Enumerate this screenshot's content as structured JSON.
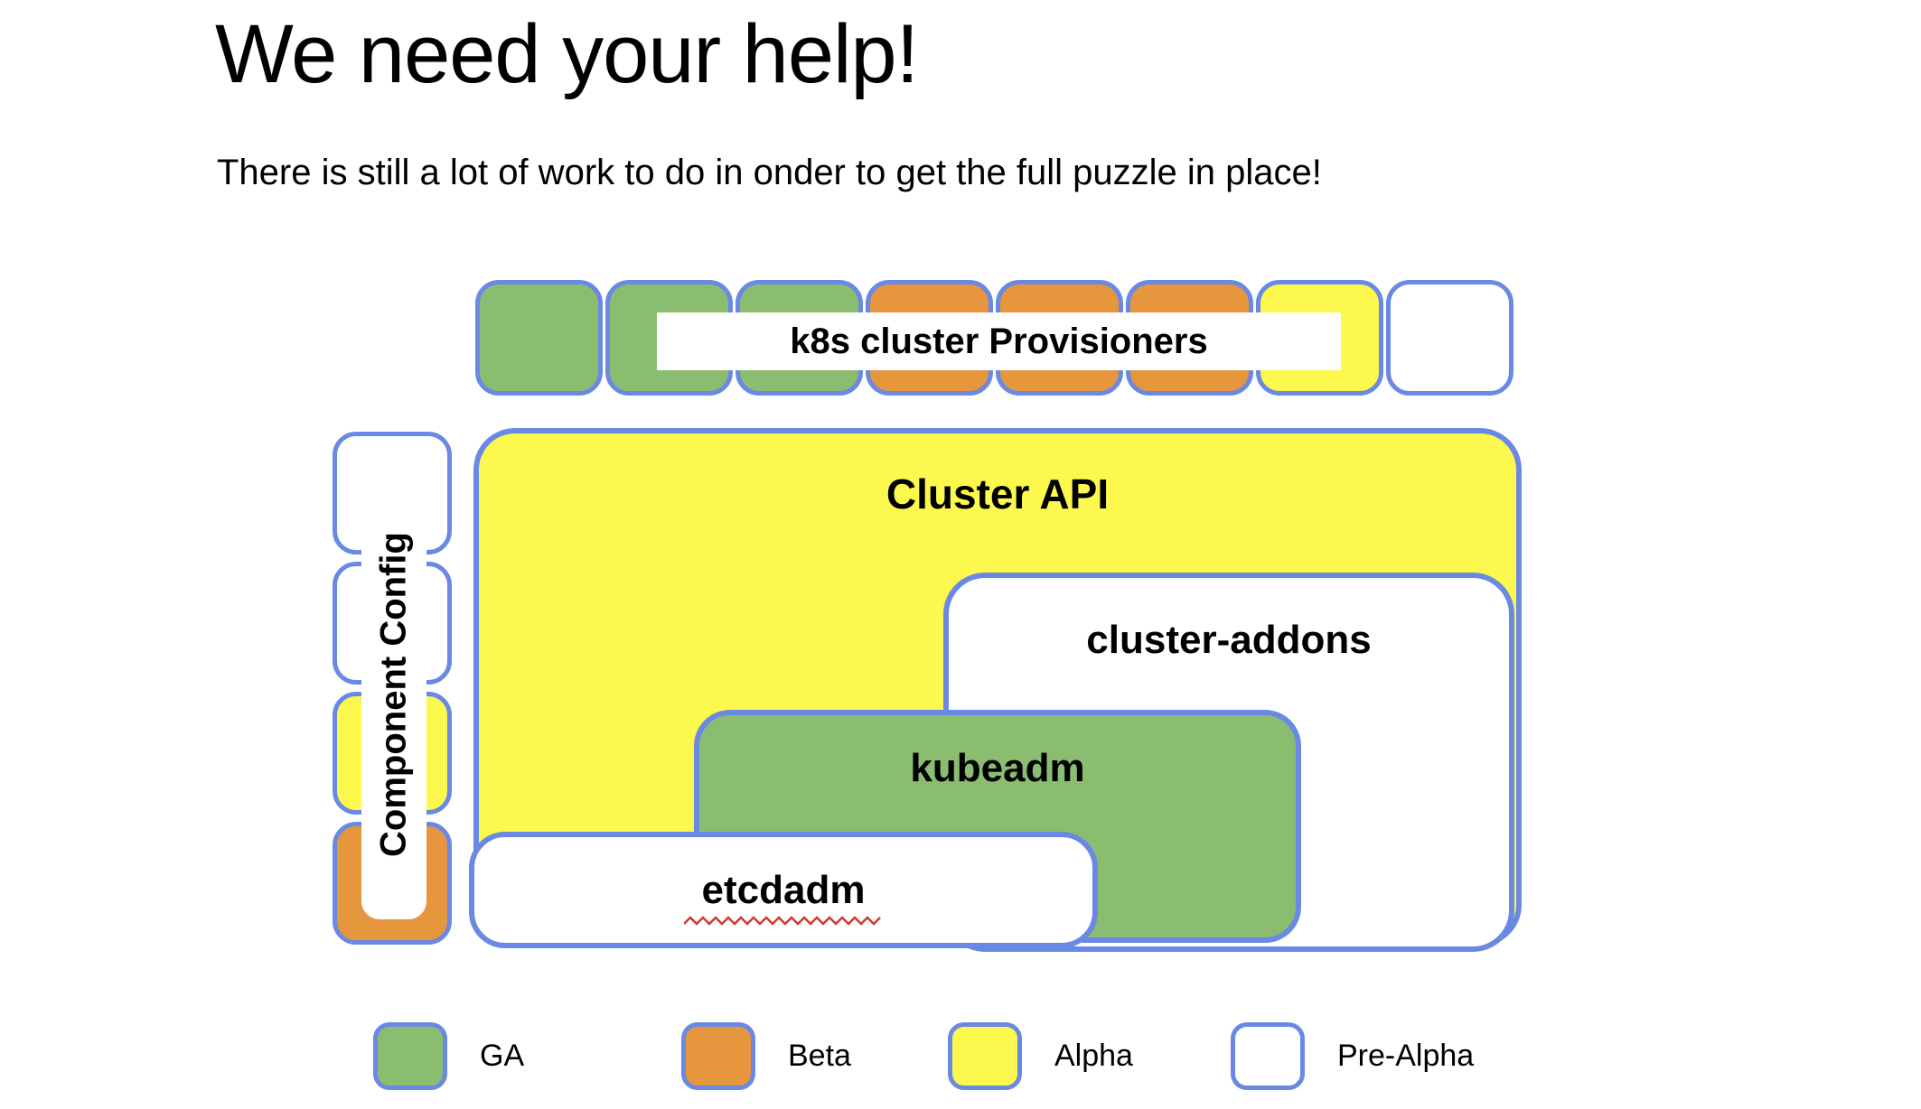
{
  "slide": {
    "title": "We need your help!",
    "subtitle": "There is still a lot of work to do in onder to get the full puzzle in place!"
  },
  "colors": {
    "ga_green": "#8bbd70",
    "beta_orange": "#e6963d",
    "alpha_yellow": "#fdf84e",
    "pre_alpha_white": "#ffffff",
    "border_blue": "#6989e4",
    "spellcheck_red": "#cc3c30"
  },
  "diagram": {
    "provisioners": {
      "label": "k8s cluster Provisioners",
      "pieces": [
        "ga",
        "ga",
        "ga",
        "beta",
        "beta",
        "beta",
        "alpha",
        "pre"
      ]
    },
    "component_config": {
      "label": "Component Config",
      "pieces": [
        "pre",
        "pre",
        "alpha",
        "beta"
      ]
    },
    "cluster_api": {
      "label": "Cluster API",
      "status": "alpha"
    },
    "cluster_addons": {
      "label": "cluster-addons",
      "status": "pre"
    },
    "kubeadm": {
      "label": "kubeadm",
      "status": "ga"
    },
    "etcdadm": {
      "label": "etcdadm",
      "status": "pre"
    }
  },
  "legend": {
    "items": [
      {
        "label": "GA",
        "status": "ga"
      },
      {
        "label": "Beta",
        "status": "beta"
      },
      {
        "label": "Alpha",
        "status": "alpha"
      },
      {
        "label": "Pre-Alpha",
        "status": "pre"
      }
    ]
  }
}
